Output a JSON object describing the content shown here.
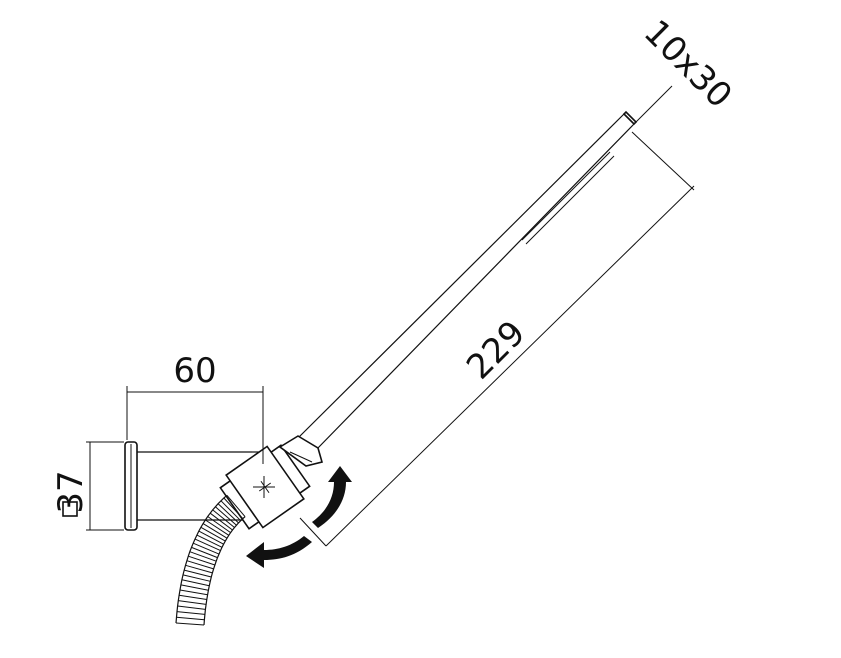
{
  "dimensions": {
    "wand_section": "10x30",
    "wand_length": "229",
    "holder_depth": "60",
    "base_size": "37"
  },
  "colors": {
    "line": "#111111",
    "background": "#ffffff"
  }
}
